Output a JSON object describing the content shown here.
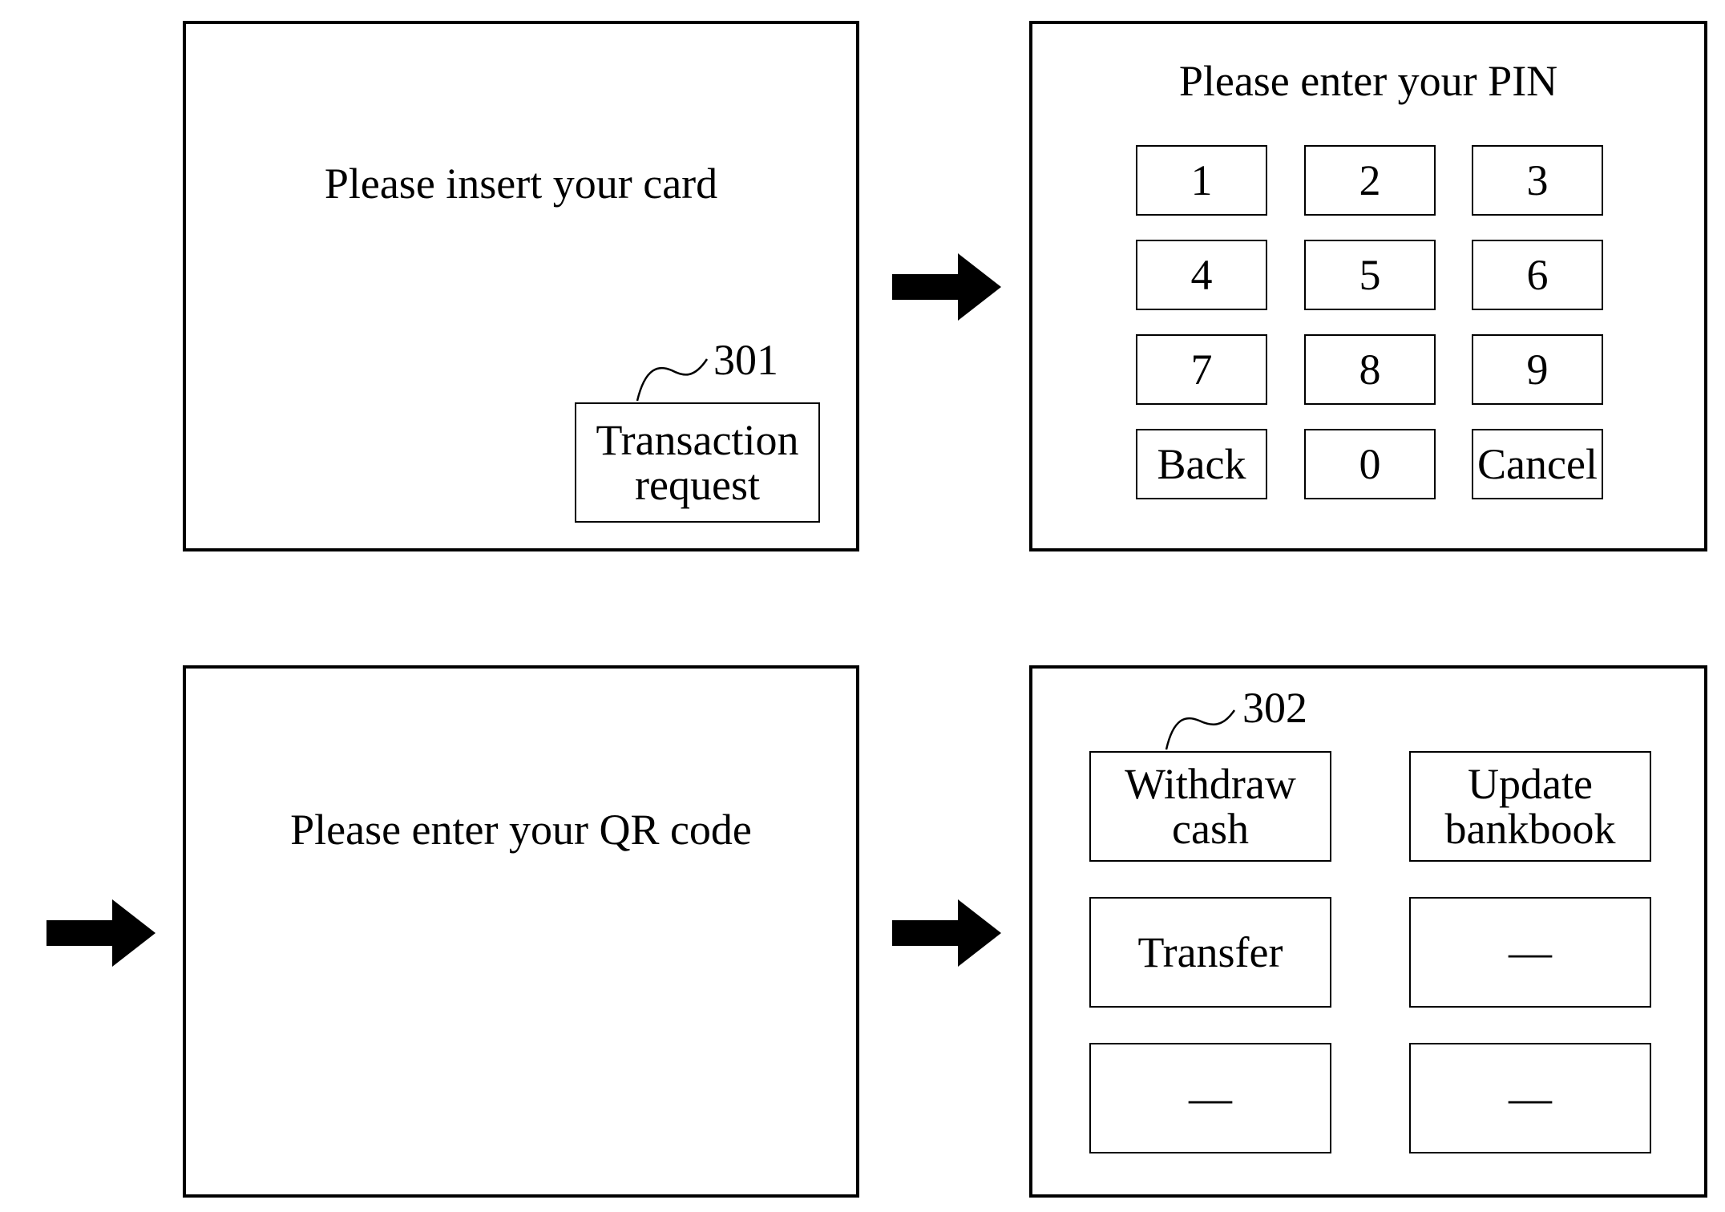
{
  "screens": {
    "card": {
      "prompt": "Please insert your card",
      "button_label": "Transaction\nrequest",
      "ref": "301"
    },
    "pin": {
      "prompt": "Please enter your PIN",
      "keys": [
        "1",
        "2",
        "3",
        "4",
        "5",
        "6",
        "7",
        "8",
        "9",
        "Back",
        "0",
        "Cancel"
      ]
    },
    "qr": {
      "prompt": "Please enter your QR code"
    },
    "menu": {
      "ref": "302",
      "buttons": [
        "Withdraw\ncash",
        "Update\nbankbook",
        "Transfer",
        "—",
        "—",
        "—"
      ]
    }
  },
  "arrows": [
    "right-arrow-icon",
    "right-arrow-icon",
    "right-arrow-icon"
  ]
}
